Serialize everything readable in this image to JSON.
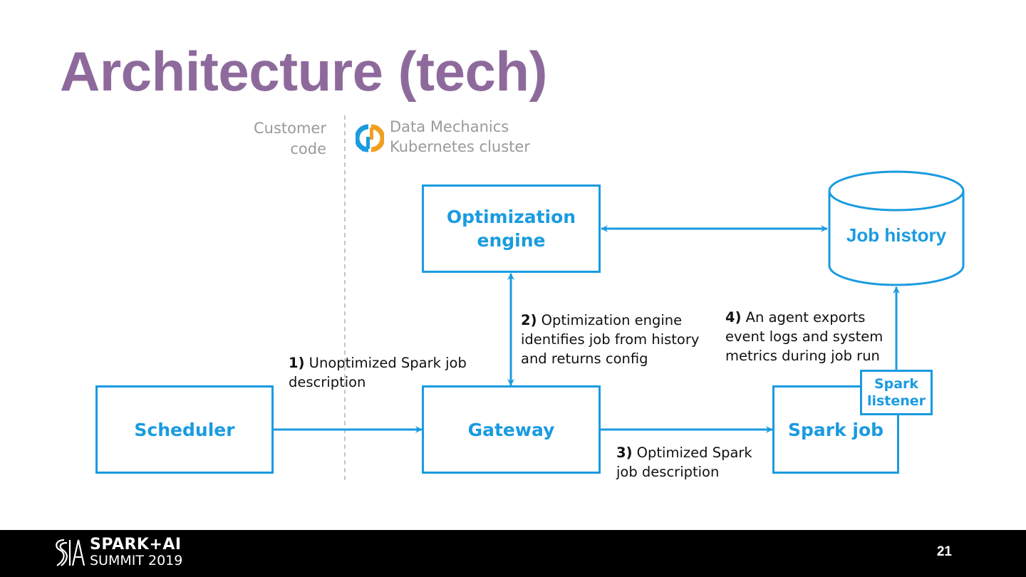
{
  "slide": {
    "title": "Architecture (tech)",
    "page_number": "21"
  },
  "zones": {
    "customer": {
      "line1": "Customer",
      "line2": "code"
    },
    "cluster": {
      "line1": "Data Mechanics",
      "line2": "Kubernetes cluster",
      "logo_icon": "data-mechanics-logo-icon"
    }
  },
  "colors": {
    "accent": "#1A9BE0",
    "title": "#8E6A9C",
    "muted": "#9A9A9A",
    "logo_blue": "#1A9BE0",
    "logo_orange": "#F0A020"
  },
  "nodes": {
    "optimization_engine": {
      "line1": "Optimization",
      "line2": "engine"
    },
    "job_history": {
      "label": "Job history"
    },
    "scheduler": {
      "label": "Scheduler"
    },
    "gateway": {
      "label": "Gateway"
    },
    "spark_job": {
      "label": "Spark job"
    },
    "spark_listener": {
      "line1": "Spark",
      "line2": "listener"
    }
  },
  "steps": [
    {
      "num": "1)",
      "line1": " Unoptimized Spark job",
      "line2": "description"
    },
    {
      "num": "2)",
      "line1": " Optimization engine",
      "line2": "identifies job from history",
      "line3": "and returns config"
    },
    {
      "num": "3)",
      "line1": " Optimized Spark",
      "line2": "job description"
    },
    {
      "num": "4)",
      "line1": " An agent exports",
      "line2": "event logs and system",
      "line3": "metrics during job run"
    }
  ],
  "footer": {
    "brand_line1": "SPARK+AI",
    "brand_line2": "SUMMIT 2019"
  }
}
